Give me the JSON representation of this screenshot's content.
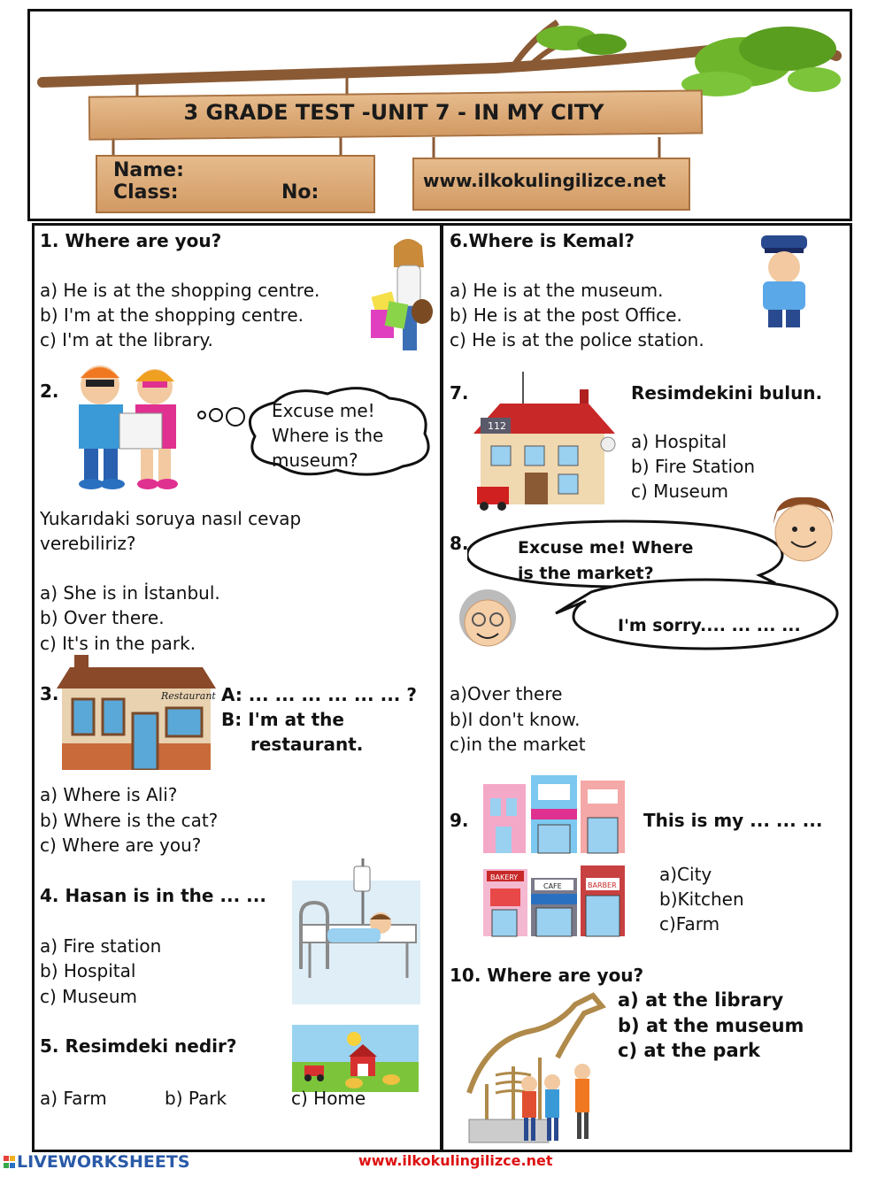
{
  "header": {
    "title": "3 GRADE TEST -UNIT 7 - IN MY CITY",
    "name_label": "Name:",
    "class_label": "Class:",
    "no_label": "No:",
    "website": "www.ilkokulingilizce.net"
  },
  "q1": {
    "title": "1. Where are you?",
    "options": [
      "a) He is at the shopping centre.",
      "b) I'm at the shopping centre.",
      "c) I'm at the library."
    ]
  },
  "q2": {
    "number": "2.",
    "bubble": [
      "Excuse me!",
      "Where is the",
      "museum?"
    ],
    "prompt": [
      "Yukarıdaki soruya nasıl cevap",
      "verebiliriz?"
    ],
    "options": [
      "a) She is in İstanbul.",
      "b) Over there.",
      "c) It's in the park."
    ]
  },
  "q3": {
    "number": "3.",
    "dialog_a": "A: ... ... ... ... ... ... ?",
    "dialog_b1": "B: I'm at the",
    "dialog_b2": "restaurant.",
    "sign": "Restaurant",
    "options": [
      "a)  Where is Ali?",
      "b)  Where is the cat?",
      "c)  Where are you?"
    ]
  },
  "q4": {
    "title": "4.  Hasan is in the ... ...",
    "options": [
      "a)  Fire station",
      "b)  Hospital",
      "c) Museum"
    ]
  },
  "q5": {
    "title": "5. Resimdeki nedir?",
    "options": [
      "a)  Farm",
      "b)  Park",
      "c)  Home"
    ]
  },
  "q6": {
    "title": "6.Where is Kemal?",
    "options": [
      "a)  He is at the museum.",
      "b) He is at the post Office.",
      "c) He is at the police station."
    ]
  },
  "q7": {
    "number": "7.",
    "instruction": "Resimdekini bulun.",
    "building_number": "112",
    "options": [
      "a) Hospital",
      "b) Fire Station",
      "c) Museum"
    ]
  },
  "q8": {
    "number": "8.",
    "bubble1": [
      "Excuse me! Where",
      "is the market?"
    ],
    "bubble2": "I'm sorry.... ... ... ...",
    "options": [
      "a)Over there",
      "b)I don't know.",
      "c)in the market"
    ]
  },
  "q9": {
    "number": "9.",
    "prompt": "This is my  ... ... ...",
    "shop_signs": [
      "BAKERY",
      "CAFE",
      "BARBER"
    ],
    "options": [
      "a)City",
      "b)Kitchen",
      "c)Farm"
    ]
  },
  "q10": {
    "title": "10. Where are you?",
    "options": [
      "a) at the library",
      "b) at the museum",
      "c) at the park"
    ]
  },
  "footer": {
    "brand": "LIVEWORKSHEETS",
    "website": "www.ilkokulingilizce.net"
  }
}
